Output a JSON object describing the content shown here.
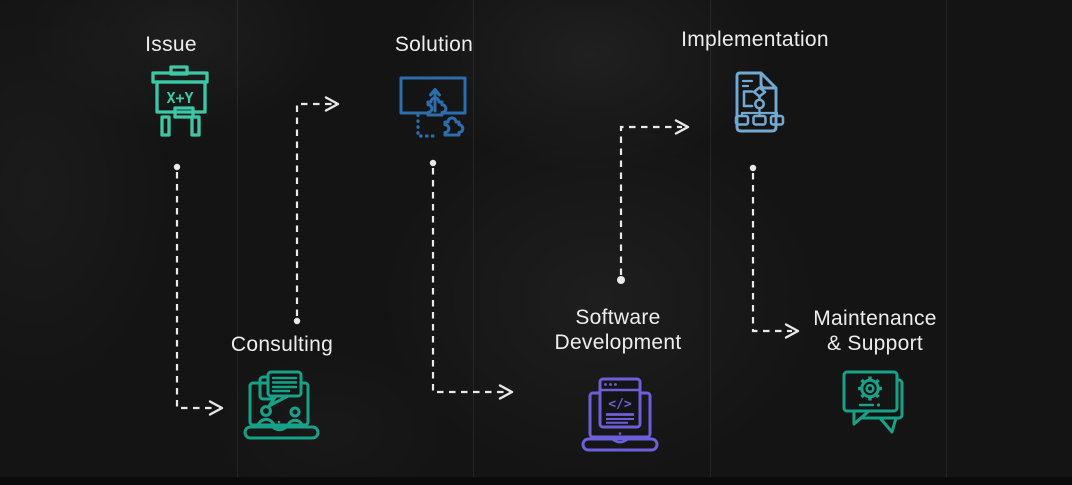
{
  "colors": {
    "connector": "#e9e9e9",
    "label_text": "#ededed",
    "background": "#141414"
  },
  "steps": [
    {
      "label": "Issue",
      "icon": "chalkboard-xy-icon",
      "color": "#3cc8a6",
      "board_text": "X+Y"
    },
    {
      "label": "Consulting",
      "icon": "laptop-chat-icon",
      "color": "#17a287"
    },
    {
      "label": "Solution",
      "icon": "puzzle-piece-icon",
      "color": "#2b6dad"
    },
    {
      "label": "Software Development",
      "line1": "Software",
      "line2": "Development",
      "icon": "laptop-code-icon",
      "color": "#6c5fd9",
      "code_text": "</>"
    },
    {
      "label": "Implementation",
      "icon": "flowchart-document-icon",
      "color": "#72a9d2"
    },
    {
      "label": "Maintenance & Support",
      "line1": "Maintenance",
      "line2": "& Support",
      "icon": "chat-gear-icon",
      "color": "#17a287"
    }
  ]
}
